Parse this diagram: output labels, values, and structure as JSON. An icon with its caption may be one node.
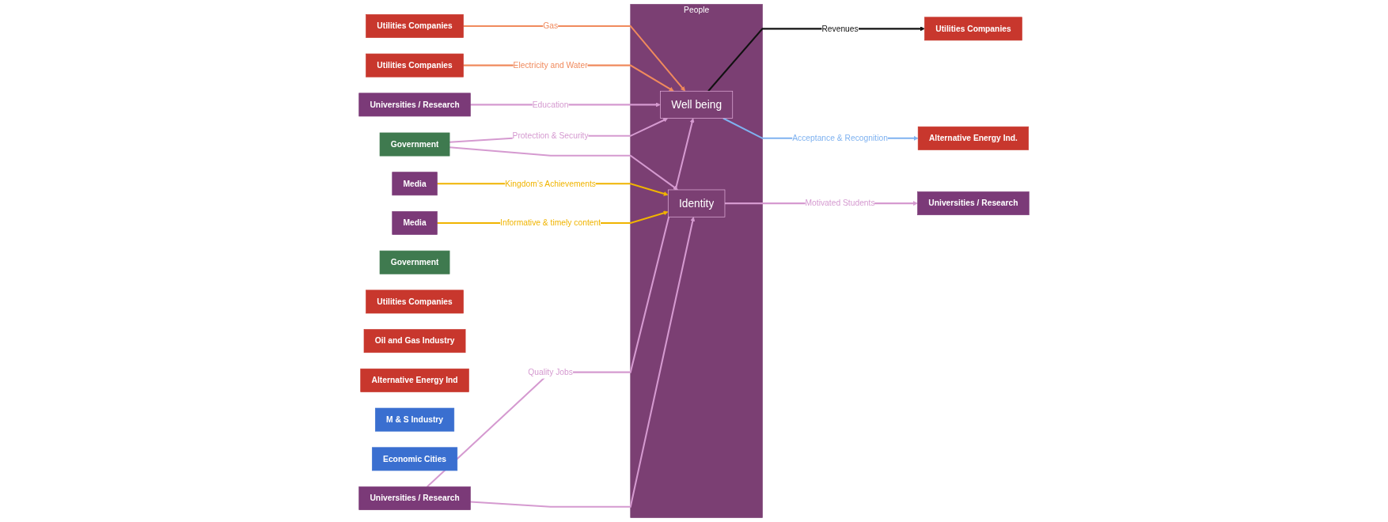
{
  "diagram": {
    "nodes": [
      {
        "text": [
          "People"
        ]
      },
      {
        "text": [
          "Well being"
        ],
        "in": 0
      },
      {
        "text": [
          "Identity"
        ],
        "in": 0
      },
      {
        "text": [
          "Utilities Companies"
        ]
      },
      {
        "text": [
          "Utilities Companies"
        ]
      },
      {
        "text": [
          "Media"
        ]
      },
      {
        "text": [
          "Media"
        ]
      },
      {
        "text": [
          "Government"
        ]
      },
      {
        "text": [
          "Universities / Research"
        ]
      },
      {
        "text": [
          "Government"
        ]
      },
      {
        "text": [
          "Utilities Companies"
        ]
      },
      {
        "text": [
          "Oil and Gas Industry"
        ]
      },
      {
        "text": [
          "Alternative Energy Ind"
        ]
      },
      {
        "text": [
          "M & S Industry"
        ]
      },
      {
        "text": [
          "Economic Cities"
        ]
      },
      {
        "text": [
          "Universities / Research"
        ]
      },
      {
        "text": [
          "Utilities Companies"
        ]
      },
      {
        "text": [
          "Alternative Energy Ind."
        ]
      },
      {
        "text": [
          "Universities / Research"
        ]
      }
    ],
    "edges": [
      {
        "from": 3,
        "to": 1,
        "arrow": "to",
        "label": "Gas",
        "color": "#f08a5d"
      },
      {
        "from": 4,
        "to": 1,
        "arrow": "to",
        "label": "Electricity and Water",
        "color": "#f08a5d"
      },
      {
        "from": 5,
        "to": 2,
        "arrow": "to",
        "label": "Kingdom’s Achievements",
        "color": "#f0b400"
      },
      {
        "from": 6,
        "to": 2,
        "arrow": "to",
        "label": "Informative & timely content",
        "color": "#f0b400"
      },
      {
        "from": 7,
        "to": 1,
        "arrow": "to",
        "label": "Protection & Security"
      },
      {
        "from": 7,
        "to": 2,
        "arrow": "to"
      },
      {
        "from": 8,
        "to": 1,
        "arrow": "to",
        "label": "Education"
      },
      {
        "from": 15,
        "to": 1,
        "arrow": "to",
        "label": "Quality Jobs"
      },
      {
        "from": 15,
        "to": 2,
        "arrow": "to"
      },
      {
        "from": 1,
        "to": 16,
        "arrow": "to",
        "label": "Revenues",
        "color": "#111111"
      },
      {
        "from": 1,
        "to": 17,
        "arrow": "to",
        "label": "Acceptance & Recognition",
        "color": "#7fb2f0"
      },
      {
        "from": 2,
        "to": 18,
        "arrow": "to",
        "label": "Motivated Students"
      }
    ]
  }
}
